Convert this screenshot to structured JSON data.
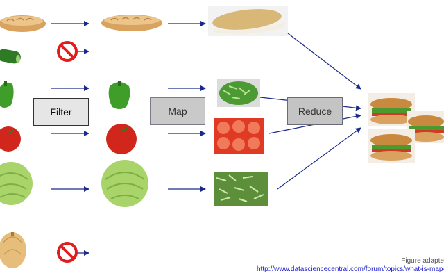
{
  "stages": {
    "filter": "Filter",
    "map": "Map",
    "reduce": "Reduce"
  },
  "colors": {
    "arrow": "#1a2a8a",
    "prohibit": "#e01c1c",
    "bread": "#d9a35f",
    "cucumber": "#2f7a25",
    "pepper": "#3f9e2a",
    "tomato": "#d1261c",
    "lettuce": "#a9d46a",
    "onion": "#e6bd7a"
  },
  "credit": {
    "text": "Figure adapte",
    "link": "http://www.datasciencecentral.com/forum/topics/what-is-map-"
  }
}
